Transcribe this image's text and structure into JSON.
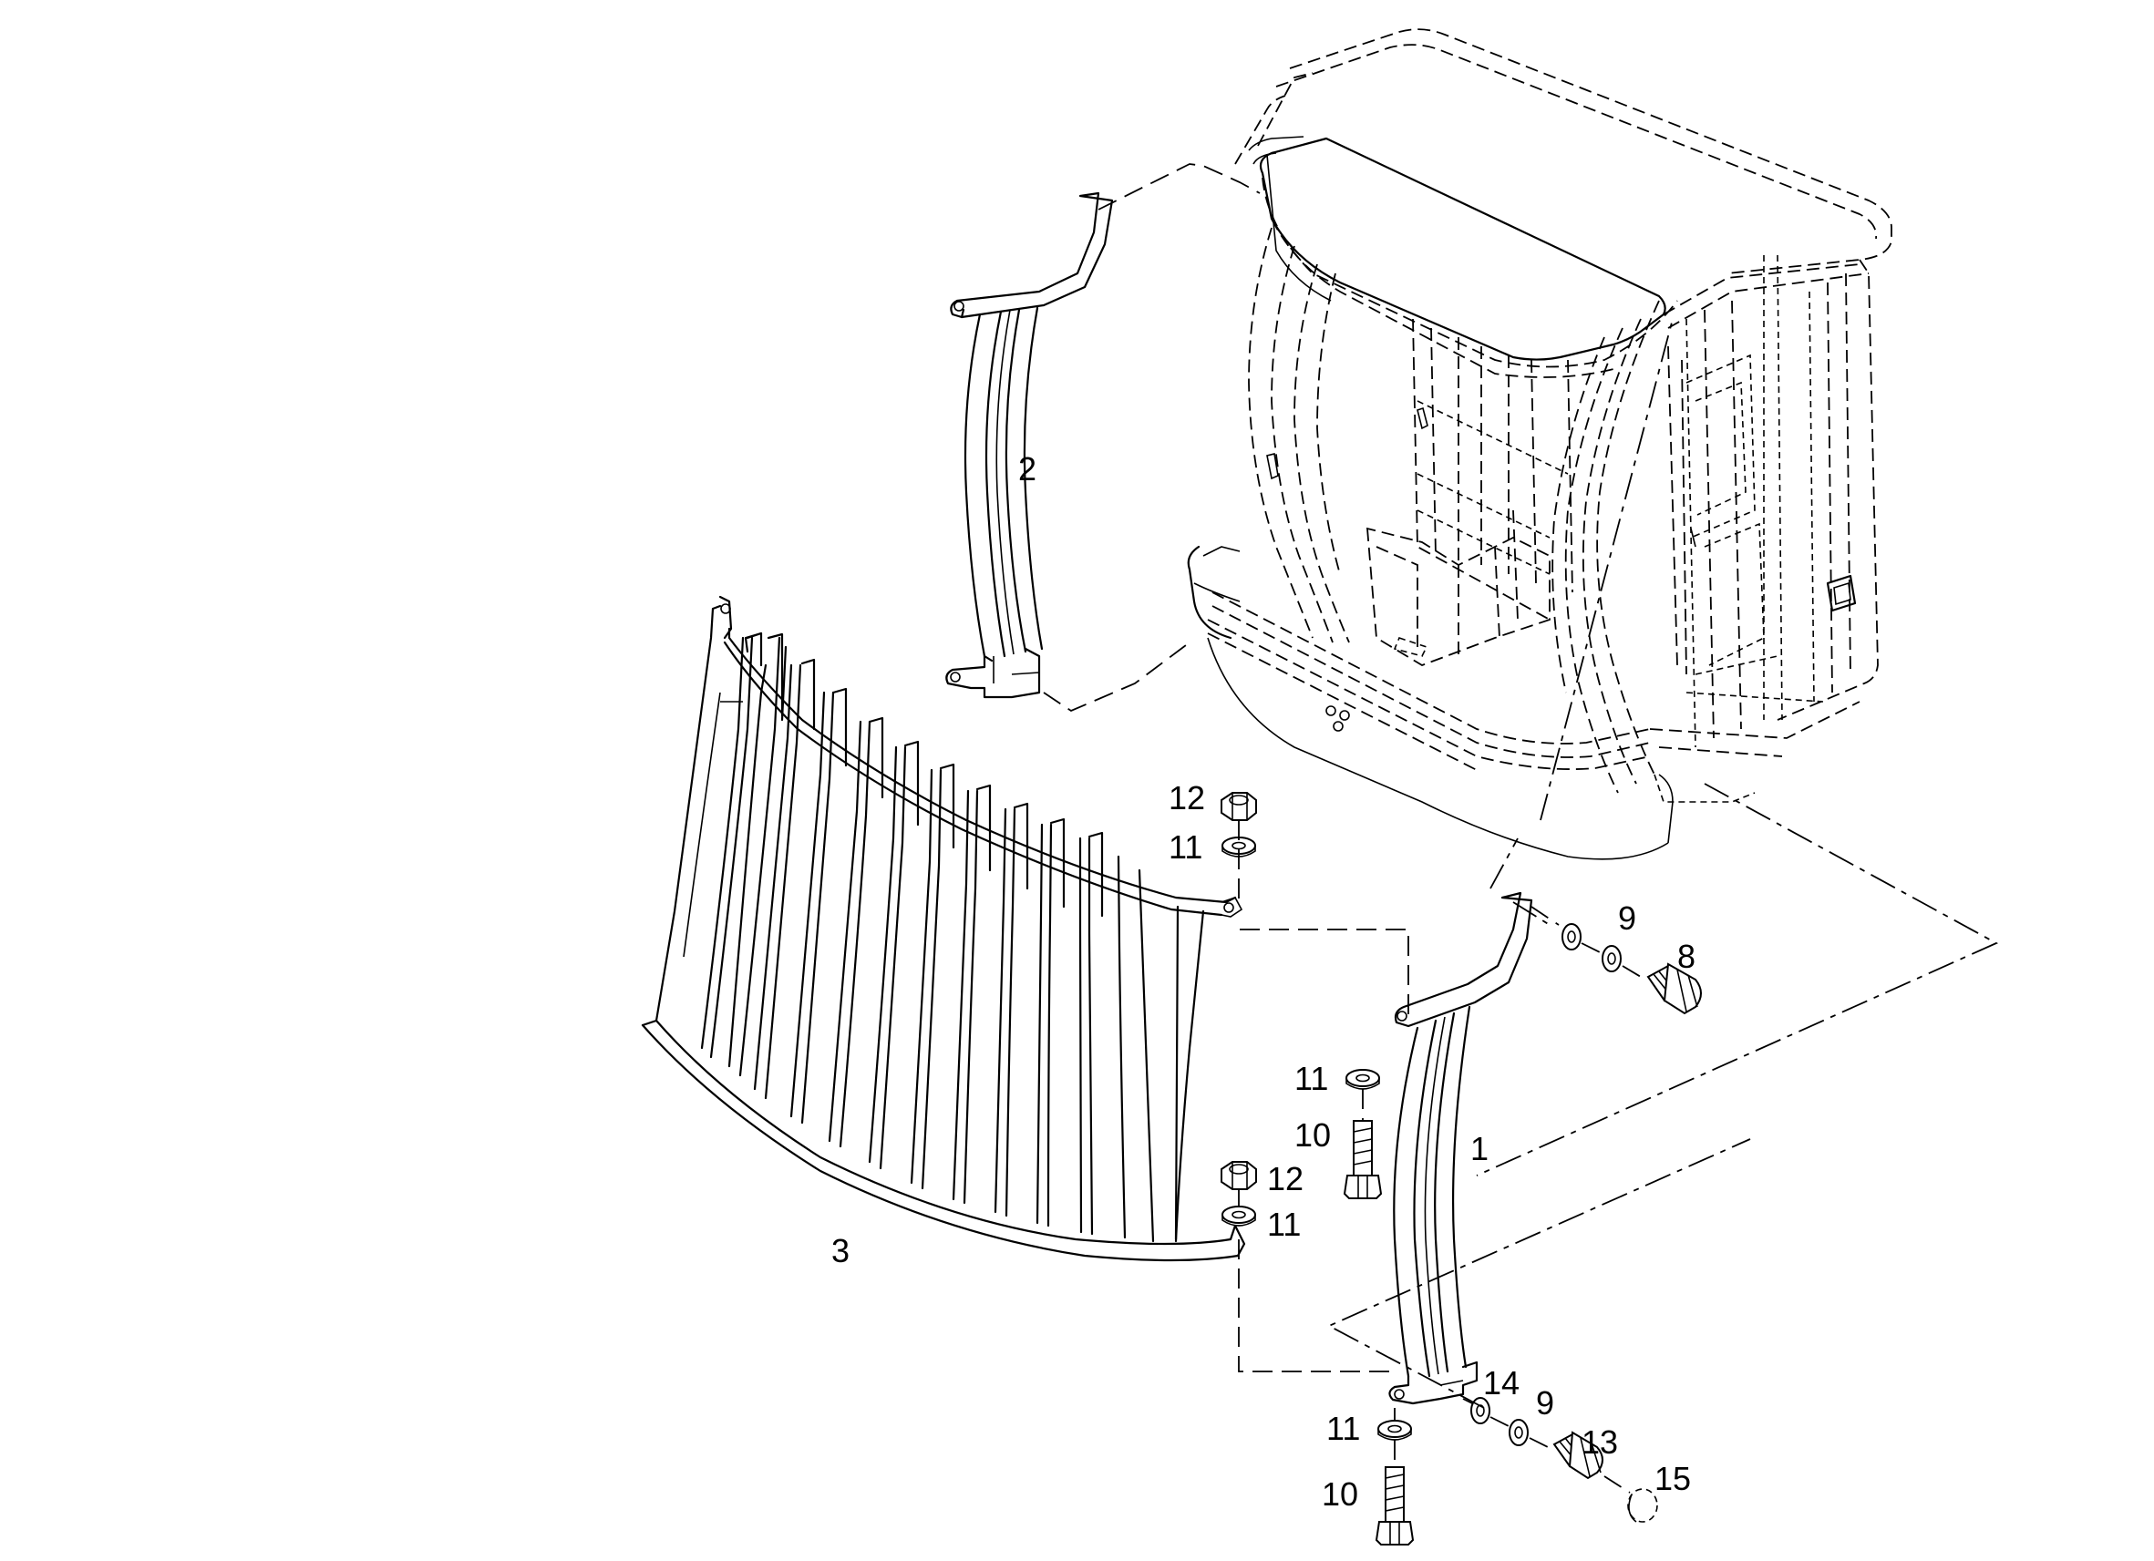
{
  "callouts": {
    "c1": "1",
    "c2": "2",
    "c3": "3",
    "c8": "8",
    "c9a": "9",
    "c9b": "9",
    "c10a": "10",
    "c10b": "10",
    "c11a": "11",
    "c11b": "11",
    "c11c": "11",
    "c11d": "11",
    "c12a": "12",
    "c12b": "12",
    "c13": "13",
    "c14": "14",
    "c15": "15"
  }
}
